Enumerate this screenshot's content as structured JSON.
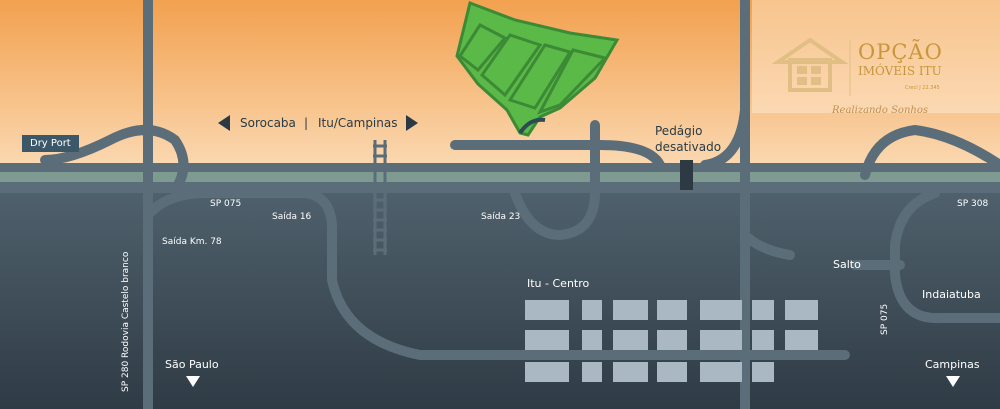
{
  "map": {
    "colors": {
      "sky_top": "#f2a14f",
      "sky_bottom": "#fbdcb8",
      "ground_top": "#51636f",
      "ground_bottom": "#2f3b45",
      "road": "#5b6d79",
      "highway_stripe": "#7f9b91",
      "plot_green": "#5ab947",
      "plot_border": "#3c8a36",
      "city_block": "#a9b8c2",
      "logo_gold": "#c8963c"
    },
    "labels": {
      "dry_port": "Dry Port",
      "sorocaba": "Sorocaba",
      "separator": "|",
      "itu_campinas": "Itu/Campinas",
      "pedagio_line1": "Pedágio",
      "pedagio_line2": "desativado",
      "sp075_left": "SP 075",
      "saida16": "Saída 16",
      "saida_km78": "Saída Km. 78",
      "saida23": "Saída 23",
      "sp308": "SP 308",
      "itu_centro": "Itu - Centro",
      "salto": "Salto",
      "indaiatuba": "Indaiatuba",
      "sp075_right": "SP 075",
      "sp280": "SP 280 Rodovia Castelo branco",
      "sao_paulo": "São Paulo",
      "campinas": "Campinas"
    },
    "logo": {
      "name": "OPÇÃO",
      "subtitle": "IMÓVEIS ITU",
      "creci": "Creci J 22.345",
      "slogan": "Realizando Sonhos"
    },
    "icons": [
      "house-logo-icon",
      "arrow-left-icon",
      "arrow-right-icon",
      "triangle-down-icon"
    ]
  }
}
